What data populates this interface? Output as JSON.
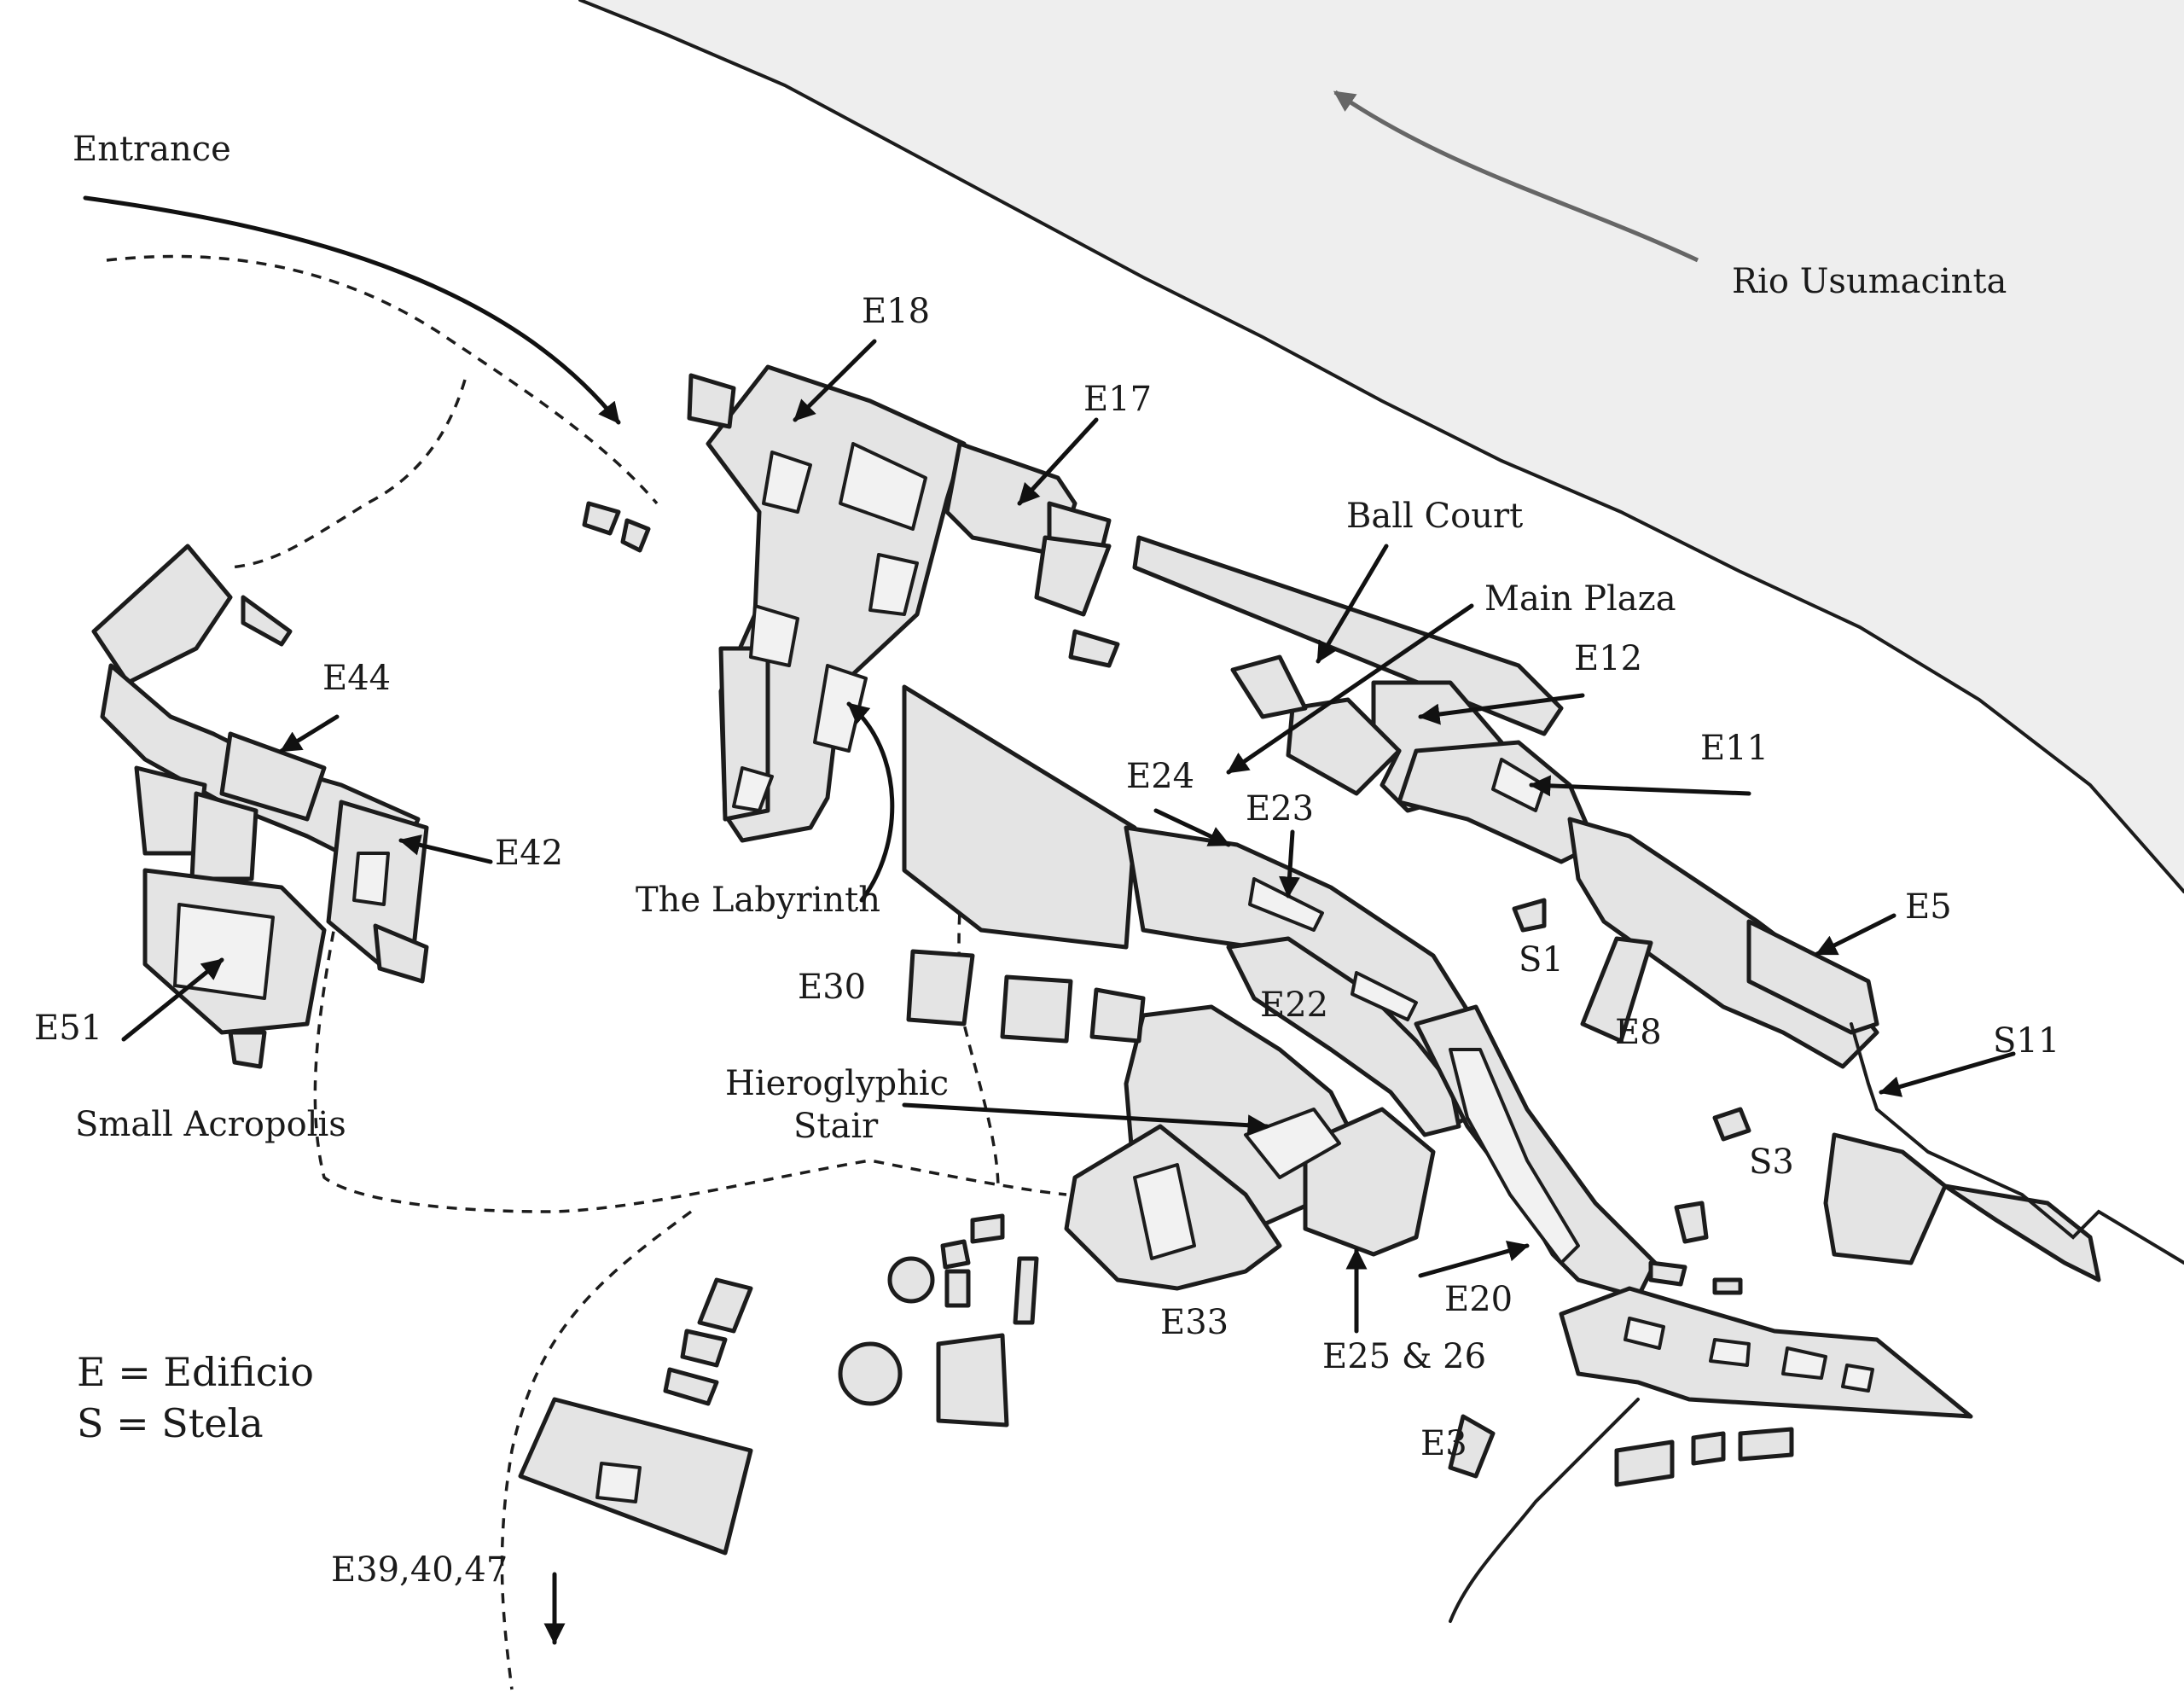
{
  "map": {
    "colors": {
      "river": "#eeeeee",
      "building_fill": "#e4e4e4",
      "outline": "#1c1c1c",
      "river_arrow": "#666666"
    },
    "labels": {
      "entrance": "Entrance",
      "river": "Rio Usumacinta",
      "e18": "E18",
      "e17": "E17",
      "ball_court": "Ball Court",
      "main_plaza": "Main Plaza",
      "e12": "E12",
      "e11": "E11",
      "e44": "E44",
      "e42": "E42",
      "labyrinth": "The Labyrinth",
      "e24": "E24",
      "e23": "E23",
      "e5": "E5",
      "s1": "S1",
      "e8": "E8",
      "e30": "E30",
      "e22": "E22",
      "e51": "E51",
      "s11": "S11",
      "hieroglyphic_stair_1": "Hieroglyphic",
      "hieroglyphic_stair_2": "Stair",
      "small_acropolis": "Small Acropolis",
      "s3": "S3",
      "e33": "E33",
      "e20": "E20",
      "e25_26": "E25 & 26",
      "e3": "E3",
      "e39_40_47": "E39,40,47"
    },
    "legend": {
      "line1": "E = Edificio",
      "line2": "S = Stela"
    }
  }
}
